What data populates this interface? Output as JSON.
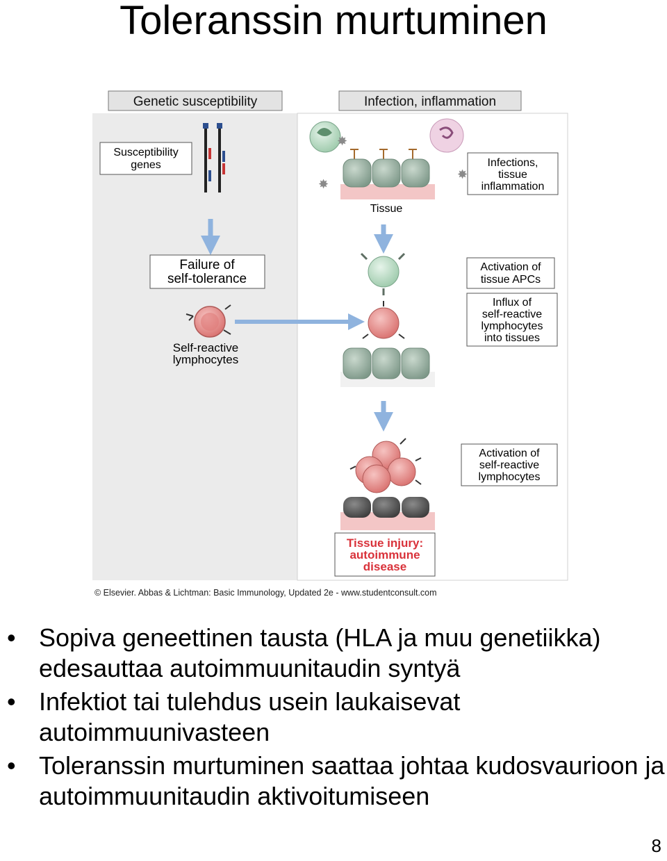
{
  "title": "Toleranssin murtuminen",
  "figure": {
    "header_left": "Genetic susceptibility",
    "header_right": "Infection, inflammation",
    "labels": {
      "susceptibility_1": "Susceptibility",
      "susceptibility_2": "genes",
      "failure_1": "Failure of",
      "failure_2": "self-tolerance",
      "selfreactive_1": "Self-reactive",
      "selfreactive_2": "lymphocytes",
      "tissue": "Tissue",
      "infections_1": "Infections,",
      "infections_2": "tissue",
      "infections_3": "inflammation",
      "apc_1": "Activation of",
      "apc_2": "tissue APCs",
      "influx_1": "Influx of",
      "influx_2": "self-reactive",
      "influx_3": "lymphocytes",
      "influx_4": "into tissues",
      "activation_1": "Activation of",
      "activation_2": "self-reactive",
      "activation_3": "lymphocytes",
      "injury_1": "Tissue injury:",
      "injury_2": "autoimmune",
      "injury_3": "disease"
    },
    "credit": "© Elsevier. Abbas & Lichtman: Basic Immunology, Updated 2e - www.studentconsult.com",
    "colors": {
      "arrow": "#8fb3de",
      "panel": "#ebebeb",
      "cell": "#e88c8a",
      "epithelium": "#9fb5a5",
      "tissue": "#f3c6c6",
      "injury_text": "#d9323a"
    }
  },
  "bullets": [
    "Sopiva geneettinen tausta (HLA ja muu genetiikka) edesauttaa autoimmuunitaudin syntyä",
    "Infektiot tai tulehdus usein laukaisevat autoimmuunivasteen",
    "Toleranssin murtuminen saattaa johtaa kudosvaurioon ja autoimmuunitaudin aktivoitumiseen"
  ],
  "page_number": "8"
}
